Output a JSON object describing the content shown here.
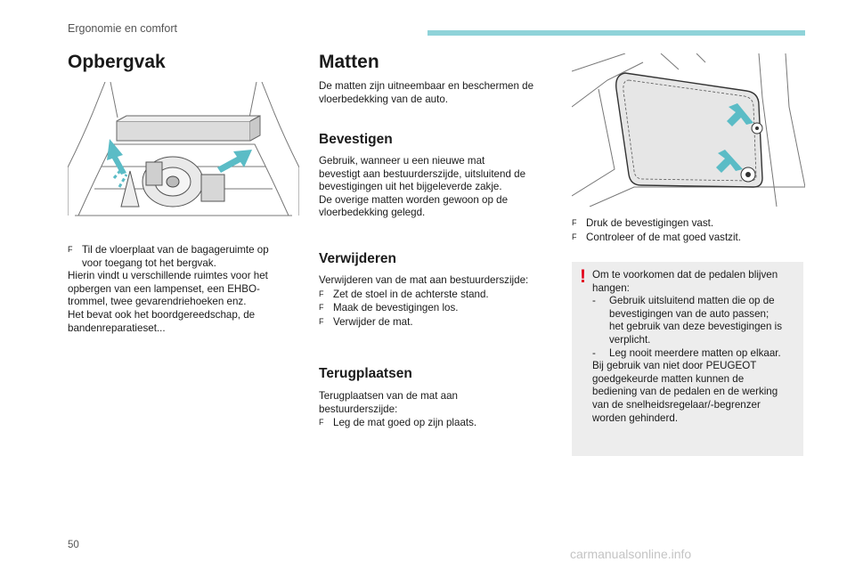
{
  "header": {
    "section": "Ergonomie en comfort",
    "accent_color": "#8fd3d9"
  },
  "left": {
    "title": "Opbergvak",
    "image_alt": "trunk-storage-illustration",
    "lines": [
      {
        "bullet": "F",
        "text": "Til de vloerplaat van de bagageruimte op"
      },
      {
        "bullet": "",
        "text": "voor toegang tot het bergvak.",
        "indent": true
      },
      {
        "bullet": "",
        "text": "Hierin vindt u verschillende ruimtes voor het"
      },
      {
        "bullet": "",
        "text": "opbergen van een lampenset, een EHBO-"
      },
      {
        "bullet": "",
        "text": "trommel, twee gevarendriehoeken enz."
      },
      {
        "bullet": "",
        "text": "Het bevat ook het boordgereedschap, de"
      },
      {
        "bullet": "",
        "text": "bandenreparatieset..."
      }
    ]
  },
  "middle": {
    "title": "Matten",
    "intro": [
      "De matten zijn uitneembaar en beschermen de",
      "vloerbedekking van de auto."
    ],
    "sections": [
      {
        "heading": "Bevestigen",
        "lines": [
          {
            "bullet": "",
            "text": "Gebruik, wanneer u een nieuwe mat"
          },
          {
            "bullet": "",
            "text": "bevestigt aan bestuurderszijde, uitsluitend de"
          },
          {
            "bullet": "",
            "text": "bevestigingen uit het bijgeleverde zakje."
          },
          {
            "bullet": "",
            "text": "De overige matten worden gewoon op de"
          },
          {
            "bullet": "",
            "text": "vloerbedekking gelegd."
          }
        ]
      },
      {
        "heading": "Verwijderen",
        "lines": [
          {
            "bullet": "",
            "text": "Verwijderen van de mat aan bestuurderszijde:"
          },
          {
            "bullet": "F",
            "text": "Zet de stoel in de achterste stand."
          },
          {
            "bullet": "F",
            "text": "Maak de bevestigingen los."
          },
          {
            "bullet": "F",
            "text": "Verwijder de mat."
          }
        ]
      },
      {
        "heading": "Terugplaatsen",
        "lines": [
          {
            "bullet": "",
            "text": "Terugplaatsen van de mat aan"
          },
          {
            "bullet": "",
            "text": "bestuurderszijde:"
          },
          {
            "bullet": "F",
            "text": "Leg de mat goed op zijn plaats."
          }
        ]
      }
    ]
  },
  "right": {
    "image_alt": "floor-mat-fixing-illustration",
    "lines": [
      {
        "bullet": "F",
        "text": "Druk de bevestigingen vast."
      },
      {
        "bullet": "F",
        "text": "Controleer of de mat goed vastzit."
      }
    ],
    "note": {
      "icon": "!",
      "lines": [
        {
          "prefix": "",
          "text": "Om te voorkomen dat de pedalen blijven"
        },
        {
          "prefix": "",
          "text": "hangen:"
        },
        {
          "prefix": "-",
          "text": "Gebruik uitsluitend matten die op de"
        },
        {
          "prefix": "",
          "text": "bevestigingen van de auto passen;",
          "indent": true
        },
        {
          "prefix": "",
          "text": "het gebruik van deze bevestigingen is",
          "indent": true
        },
        {
          "prefix": "",
          "text": "verplicht.",
          "indent": true
        },
        {
          "prefix": "-",
          "text": "Leg nooit meerdere matten op elkaar."
        },
        {
          "prefix": "",
          "text": "Bij gebruik van niet door PEUGEOT"
        },
        {
          "prefix": "",
          "text": "goedgekeurde matten kunnen de"
        },
        {
          "prefix": "",
          "text": "bediening van de pedalen en de werking"
        },
        {
          "prefix": "",
          "text": "van de snelheidsregelaar/-begrenzer"
        },
        {
          "prefix": "",
          "text": "worden gehinderd."
        }
      ],
      "warning_color": "#e2001a"
    }
  },
  "footer": {
    "page_number": "50",
    "watermark": "carmanualsonline.info"
  }
}
